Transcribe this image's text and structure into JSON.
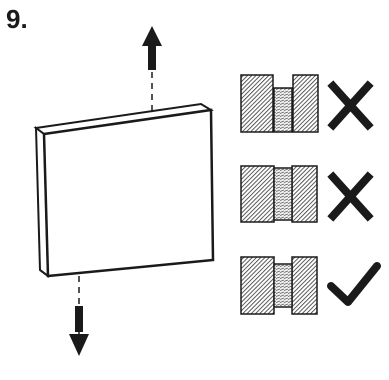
{
  "step": {
    "number": "9."
  },
  "panel": {
    "pull_direction": "up-and-down"
  },
  "gap_checks": [
    {
      "gap": "wide",
      "result": "incorrect",
      "icon": "cross-icon"
    },
    {
      "gap": "medium",
      "result": "incorrect",
      "icon": "cross-icon"
    },
    {
      "gap": "narrow",
      "result": "correct",
      "icon": "check-icon"
    }
  ],
  "colors": {
    "ink": "#1a1a1a",
    "panel_fill": "#ffffff",
    "hatch": "#333333",
    "screw": "#e8e8e8"
  }
}
